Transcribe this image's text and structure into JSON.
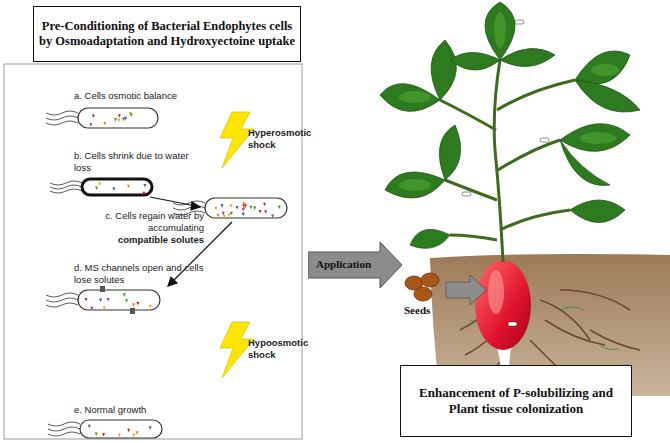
{
  "diagram": {
    "nodes": [
      {
        "text": [
          "Pre-Conditioning of Bacterial Endophytes cells by Osmoadaptation and Hydroxyectoine uptake"
        ]
      },
      {
        "text": [
          "Application"
        ]
      },
      {
        "text": [
          "Enhancement of P-solubilizing and Plant tissue colonization"
        ]
      }
    ],
    "labels": [
      "a. Cells osmotic balance",
      "Hyperosmotic shock",
      "b. Cells shrink due to water loss",
      "c. Cells regain water by accumulating",
      "compatible solutes",
      "d. MS channels open and cells lose solutes",
      "Hypoosmotic shock",
      "e. Normal growth",
      "Seeds"
    ]
  }
}
